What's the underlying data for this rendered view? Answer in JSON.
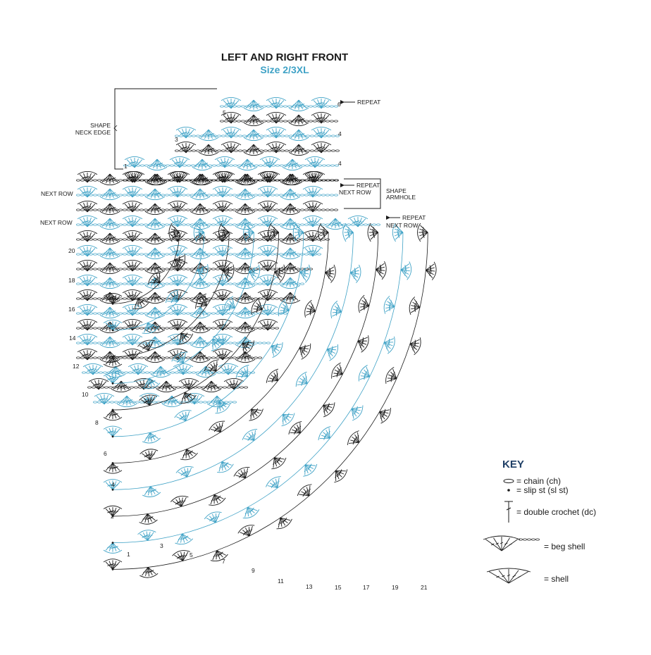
{
  "title": "LEFT AND RIGHT FRONT",
  "subtitle": "Size 2/3XL",
  "colors": {
    "ink": "#1a1a1a",
    "accent": "#3fa2c6",
    "key_heading": "#1f3f66"
  },
  "annotations": {
    "repeat": "REPEAT",
    "next_row": "NEXT ROW",
    "shape_neck_1": "SHAPE",
    "shape_neck_2": "NECK EDGE",
    "shape_arm_1": "SHAPE",
    "shape_arm_2": "ARMHOLE"
  },
  "neck_row_numbers": [
    "6",
    "5",
    "4",
    "3",
    "4",
    "1"
  ],
  "left_row_numbers": [
    "20",
    "18",
    "16",
    "14",
    "12",
    "10",
    "8",
    "6",
    "4",
    "2"
  ],
  "bottom_row_numbers": [
    "1",
    "3",
    "5",
    "7",
    "9",
    "11",
    "13",
    "15",
    "17",
    "19",
    "21"
  ],
  "key": {
    "heading": "KEY",
    "items": [
      {
        "icon": "chain-icon",
        "label": "= chain (ch)"
      },
      {
        "icon": "slip-stitch-icon",
        "label": "= slip st (sl st)"
      },
      {
        "icon": "double-crochet-icon",
        "label": "= double crochet (dc)"
      },
      {
        "icon": "beg-shell-icon",
        "label": "= beg shell"
      },
      {
        "icon": "shell-icon",
        "label": "= shell"
      }
    ]
  }
}
